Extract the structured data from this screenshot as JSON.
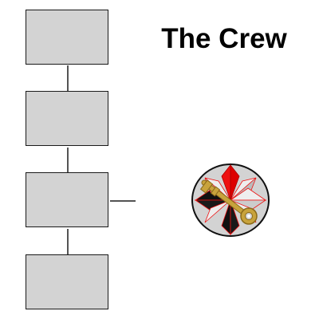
{
  "title": "The Crew",
  "slots": [
    {
      "id": "slot-1",
      "label": ""
    },
    {
      "id": "slot-2",
      "label": ""
    },
    {
      "id": "slot-3",
      "label": ""
    },
    {
      "id": "slot-4",
      "label": ""
    }
  ],
  "token": {
    "icon": "key-compass-icon",
    "compass_icon": "compass-star-icon",
    "key_icon": "golden-key-icon"
  },
  "colors": {
    "slot_fill": "#d3d3d3",
    "slot_border": "#1a1a1a",
    "connector": "#1a1a1a",
    "title": "#000000",
    "token_bg": "#d3d3d3",
    "token_star_dark": "#111111",
    "token_star_light": "#eeeeee",
    "token_accent": "#ee1111",
    "key_gold": "#c8a33c"
  }
}
